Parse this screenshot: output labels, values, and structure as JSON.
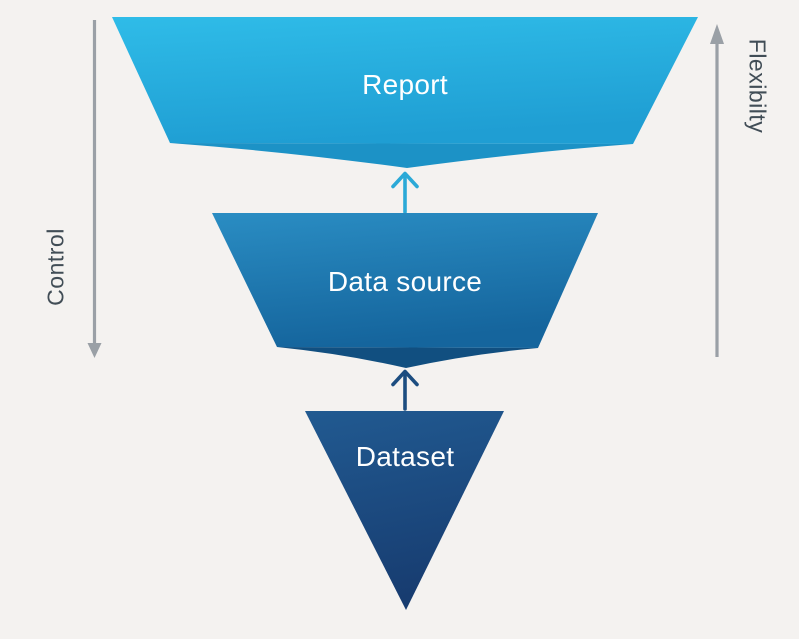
{
  "diagram": {
    "layers": [
      {
        "id": "report",
        "label": "Report"
      },
      {
        "id": "data_source",
        "label": "Data source"
      },
      {
        "id": "dataset",
        "label": "Dataset"
      }
    ],
    "connectors": [
      {
        "from": "dataset",
        "to": "data_source",
        "icon": "up-arrow-icon"
      },
      {
        "from": "data_source",
        "to": "report",
        "icon": "up-arrow-icon"
      }
    ],
    "left_axis": {
      "label": "Control",
      "arrow_direction": "down"
    },
    "right_axis": {
      "label": "Flexibilty",
      "arrow_direction": "up"
    }
  },
  "colors": {
    "background": "#f4f2f0",
    "report_top": "#2fbce8",
    "report_bottom": "#1f9ed3",
    "report_fold": "#1c92c6",
    "datasource_top": "#2a8dc3",
    "datasource_bottom": "#15659d",
    "datasource_fold": "#114f80",
    "dataset_top": "#215a91",
    "dataset_bottom": "#173c70",
    "arrow_light": "#2ba9d7",
    "arrow_dark": "#1c4d80",
    "axis_gray": "#9aa0a6",
    "axis_text": "#414d56",
    "layer_text": "#ffffff"
  }
}
